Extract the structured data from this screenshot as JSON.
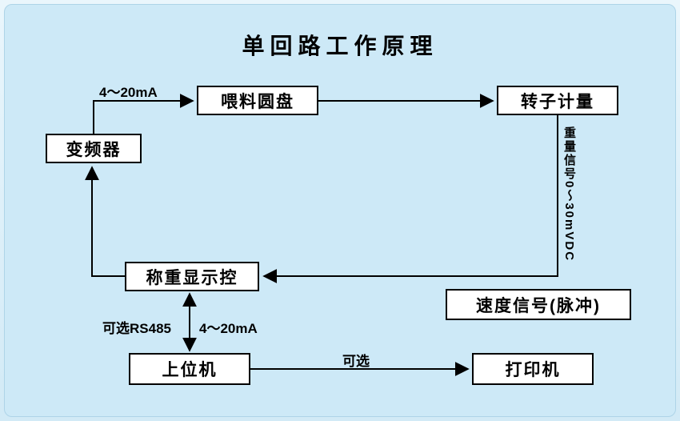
{
  "title": "单回路工作原理",
  "nodes": {
    "feeder": "喂料圆盘",
    "rotor": "转子计量",
    "inverter": "变频器",
    "weigher": "称重显示控",
    "speed_signal": "速度信号(脉冲)",
    "host": "上位机",
    "printer": "打印机"
  },
  "labels": {
    "inverter_to_feeder": "4～20mA",
    "weight_signal": "重量信号0～30mVDC",
    "rs485": "可选RS485",
    "host_link": "4～20mA",
    "optional": "可选"
  },
  "colors": {
    "panel_background": "#cde9f7",
    "box_background": "#ffffff",
    "box_border": "#000000",
    "text": "#000000",
    "line": "#000000"
  }
}
